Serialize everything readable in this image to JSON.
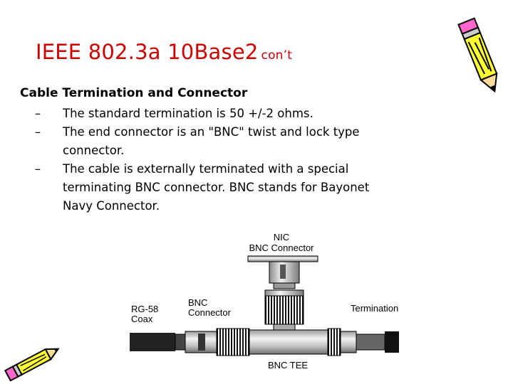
{
  "title": {
    "main": "IEEE 802.3a 10Base2",
    "suffix": "con’t"
  },
  "heading": "Cable Termination and Connector",
  "bullets": [
    {
      "dash": "–",
      "text": "The standard termination is 50 +/-2 ohms."
    },
    {
      "dash": "–",
      "text": "The end connector is an \"BNC\" twist and lock type connector."
    },
    {
      "dash": "–",
      "text": "The cable is externally terminated with a special terminating BNC connector. BNC stands for Bayonet Navy Connector."
    }
  ],
  "diagram": {
    "nic_line1": "NIC",
    "nic_line2": "BNC Connector",
    "bnc_line1": "BNC",
    "bnc_line2": "Connector",
    "coax_line1": "RG-58",
    "coax_line2": "Coax",
    "termination": "Termination",
    "tee": "BNC TEE"
  },
  "icons": [
    "pencil-icon",
    "pencil-icon"
  ],
  "colors": {
    "title": "#cc0000",
    "text": "#000000",
    "background": "#ffffff"
  }
}
